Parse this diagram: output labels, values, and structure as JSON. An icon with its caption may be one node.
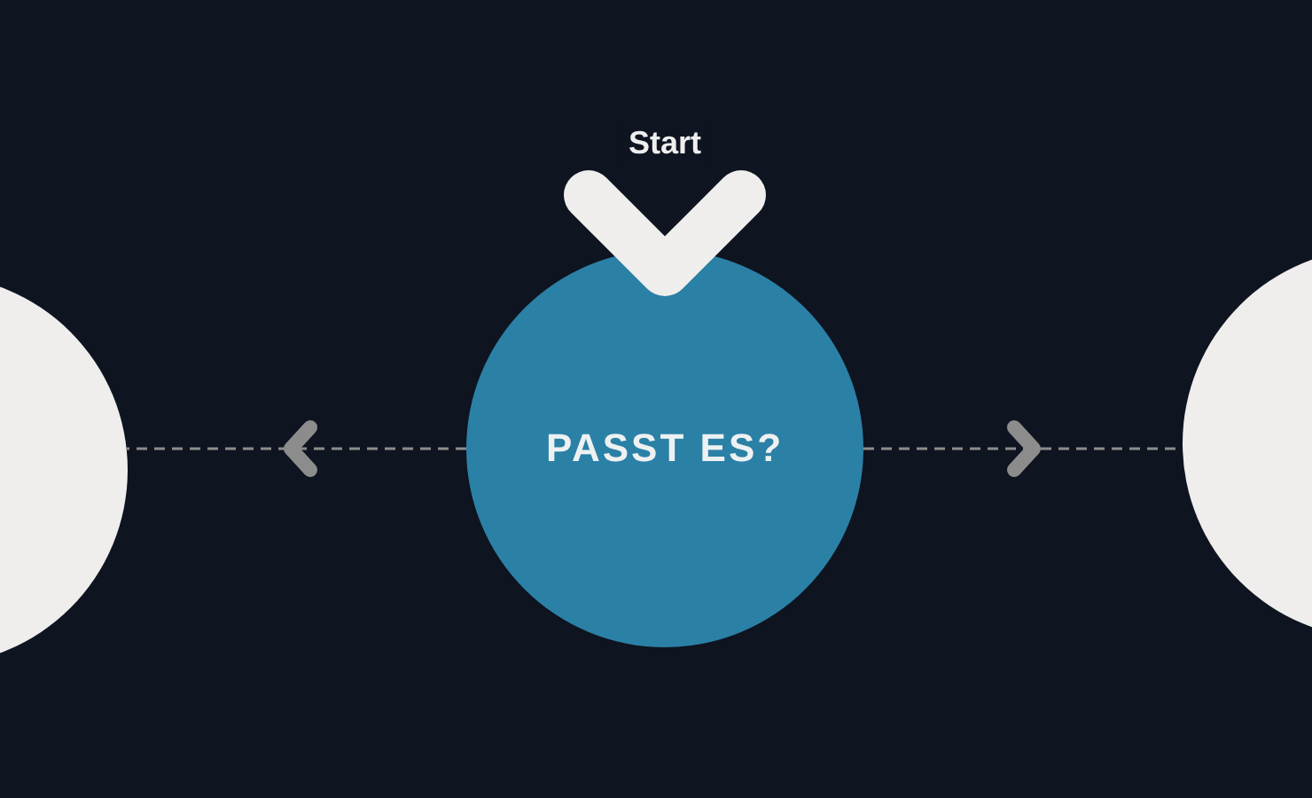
{
  "diagram": {
    "nodes": [
      {
        "text": [],
        "shape": "circle"
      },
      {
        "text": [
          "PASST ES?"
        ]
      },
      {
        "text": [],
        "shape": "circle"
      }
    ],
    "edges": [
      {
        "from": null,
        "to": 1,
        "arrow": "to",
        "label": "Start",
        "style": "thick",
        "color": "#efeeec"
      },
      {
        "from": 1,
        "to": 0,
        "arrow": "to",
        "style": "dashed"
      },
      {
        "from": 1,
        "to": 2,
        "arrow": "to",
        "style": "dashed"
      }
    ]
  }
}
